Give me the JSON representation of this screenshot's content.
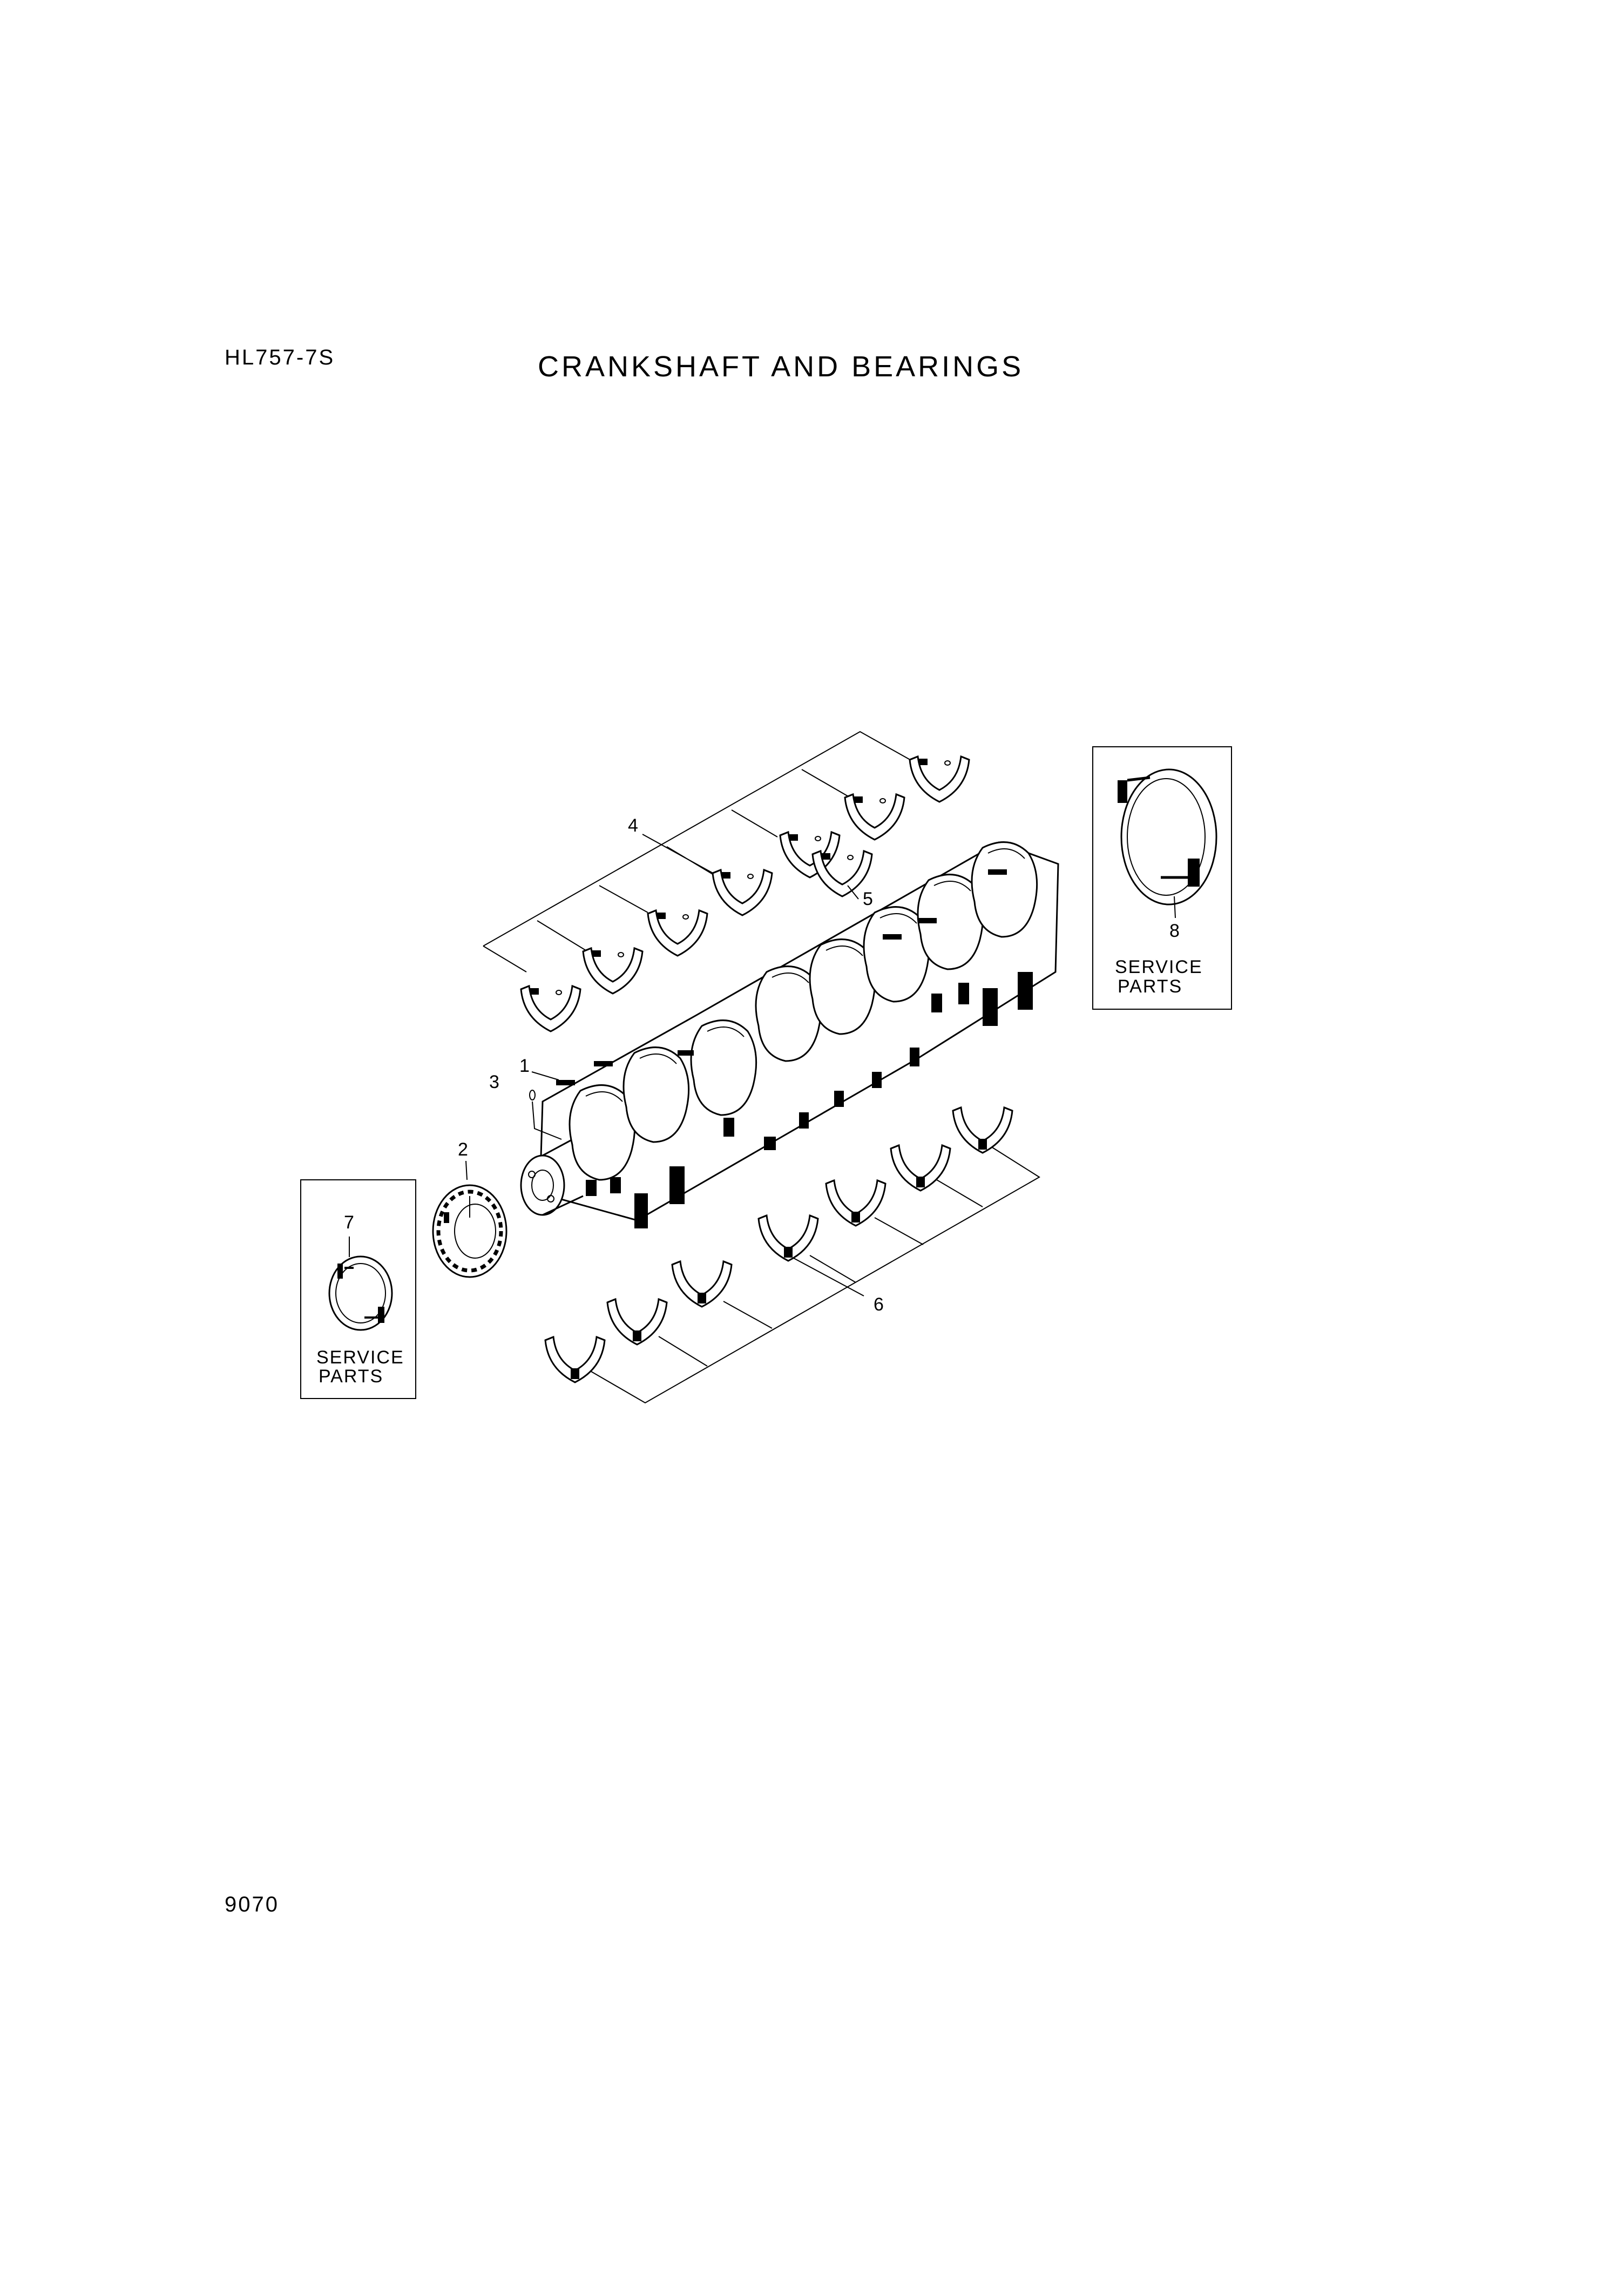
{
  "header": {
    "model": "HL757-7S",
    "title": "CRANKSHAFT AND BEARINGS"
  },
  "footer": {
    "page_number": "9070"
  },
  "callouts": [
    "1",
    "2",
    "3",
    "4",
    "5",
    "6",
    "7",
    "8"
  ],
  "service_boxes": {
    "line1": "SERVICE",
    "line2": "PARTS"
  }
}
